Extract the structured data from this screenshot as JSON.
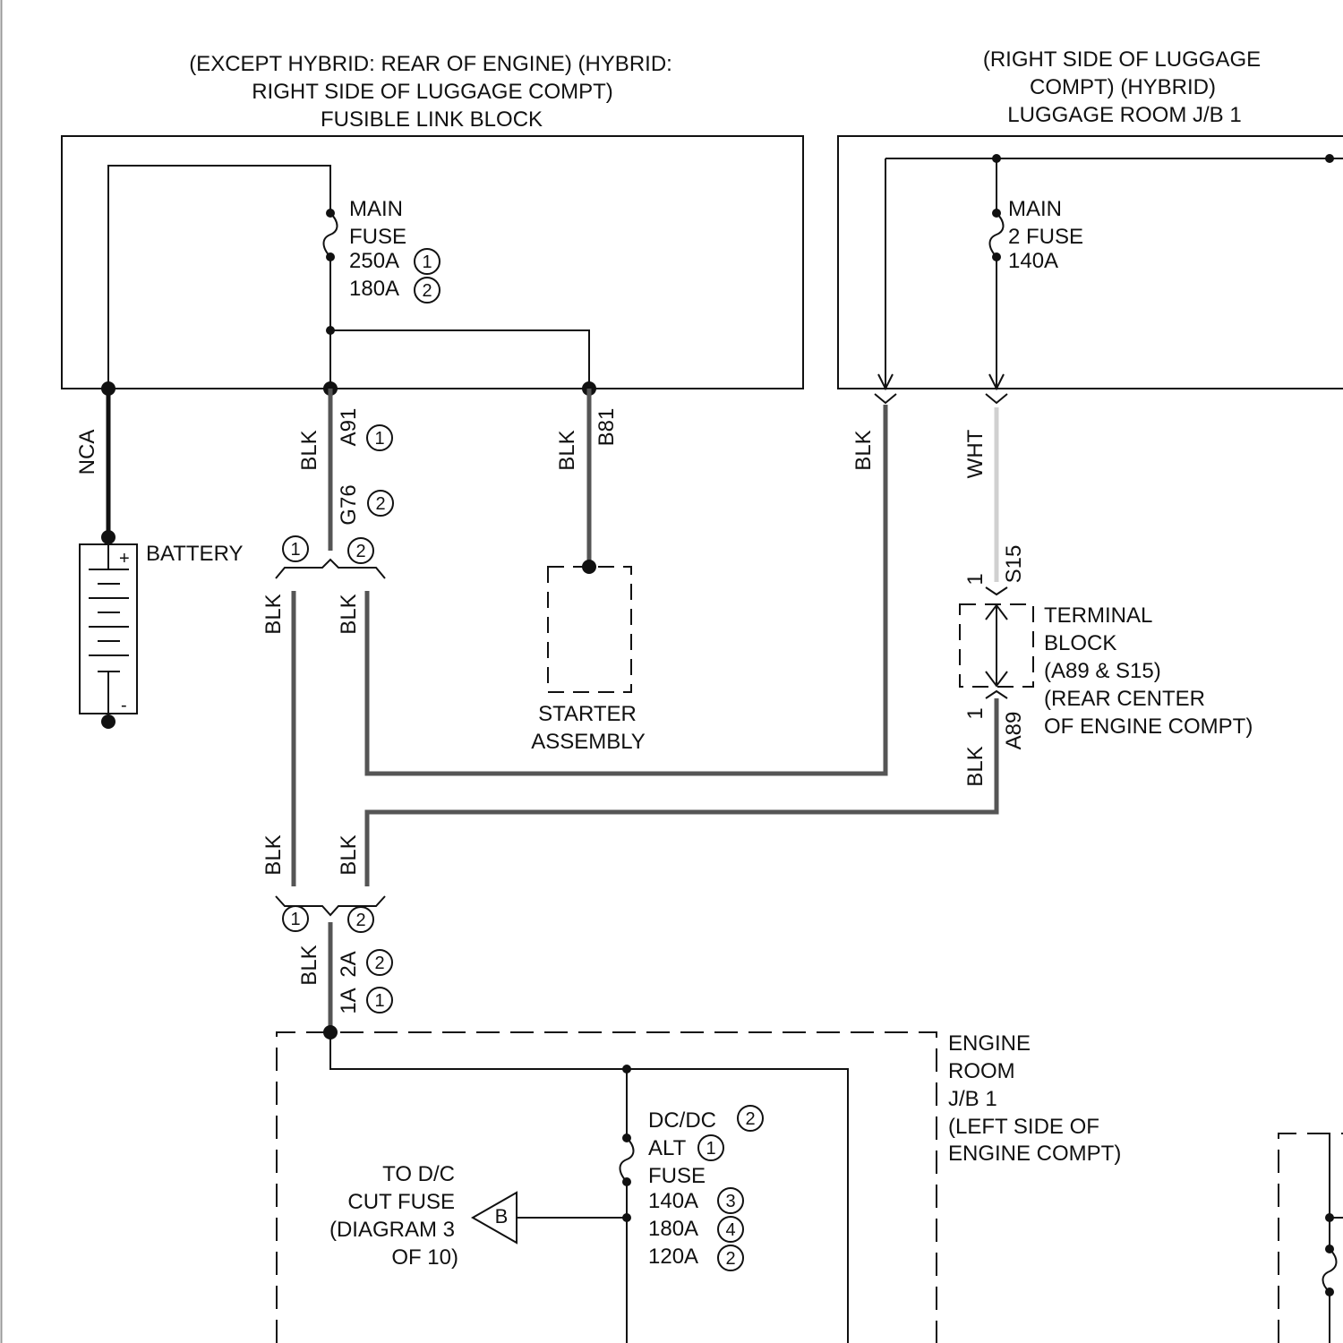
{
  "fusible_link_block": {
    "title_lines": [
      "(EXCEPT HYBRID: REAR OF ENGINE) (HYBRID:",
      "RIGHT SIDE OF LUGGAGE COMPT)",
      "FUSIBLE LINK BLOCK"
    ],
    "fuse_lines": [
      "MAIN",
      "FUSE",
      "250A",
      "180A"
    ],
    "fuse_marks": [
      "1",
      "2"
    ]
  },
  "luggage_jb": {
    "title_lines": [
      "(RIGHT SIDE OF LUGGAGE",
      "COMPT) (HYBRID)",
      "LUGGAGE ROOM J/B 1"
    ],
    "fuse_lines": [
      "MAIN",
      "2 FUSE",
      "140A"
    ]
  },
  "wires": {
    "nca": "NCA",
    "blk": "BLK",
    "wht": "WHT",
    "a91": "A91",
    "g76": "G76",
    "b81": "B81",
    "s15": "S15",
    "a89": "A89",
    "c2a": "2A",
    "c1a": "1A",
    "pin1": "1"
  },
  "battery": {
    "label": "BATTERY",
    "plus": "+",
    "minus": "-"
  },
  "starter": {
    "lines": [
      "STARTER",
      "ASSEMBLY"
    ]
  },
  "terminal_block": {
    "lines": [
      "TERMINAL",
      "BLOCK",
      "(A89 & S15)",
      "(REAR CENTER",
      "OF ENGINE COMPT)"
    ]
  },
  "engine_room_jb": {
    "lines": [
      "ENGINE",
      "ROOM",
      "J/B 1",
      "(LEFT SIDE OF",
      "ENGINE COMPT)"
    ],
    "fuse_lines": [
      "DC/DC",
      "ALT",
      "FUSE",
      "140A",
      "180A",
      "120A"
    ],
    "fuse_marks": [
      "2",
      "1",
      "3",
      "4",
      "2"
    ]
  },
  "dc_cut": {
    "lines": [
      "TO D/C",
      "CUT FUSE",
      "(DIAGRAM 3",
      "OF 10)"
    ],
    "connector": "B"
  },
  "markers": {
    "one": "1",
    "two": "2"
  },
  "colors": {
    "wire": "#555555",
    "wht_wire": "#d0d0d0",
    "line": "#111111"
  }
}
